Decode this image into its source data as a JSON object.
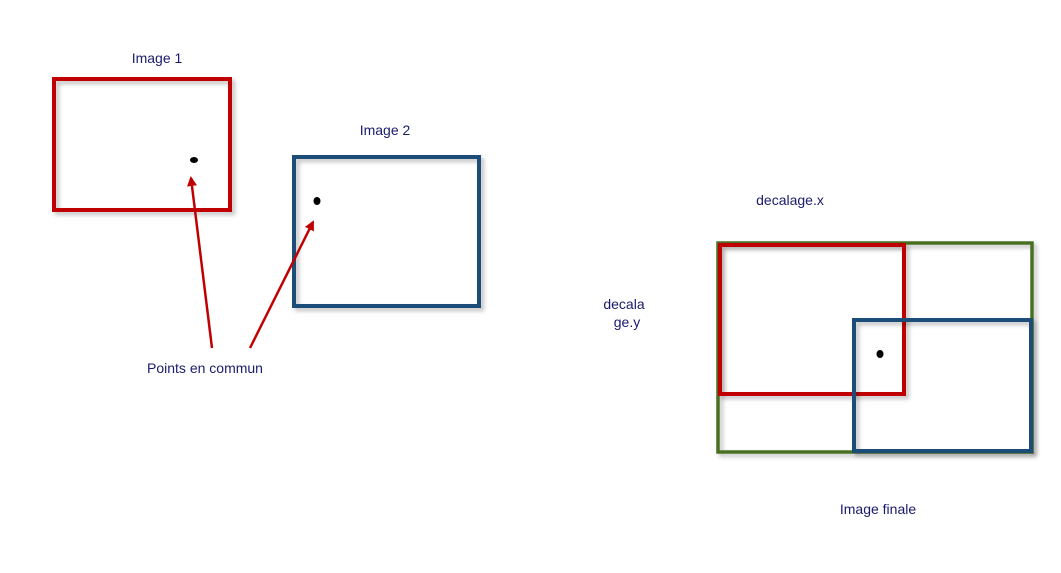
{
  "labels": {
    "image1": "Image 1",
    "image2": "Image 2",
    "common_points": "Points en commun",
    "offset_x": "decalage.x",
    "offset_y_line1": "decala",
    "offset_y_line2": "ge.y",
    "final_image": "Image finale"
  },
  "colors": {
    "image1": "#c00000",
    "image2": "#1f4e79",
    "final": "#4a7023",
    "text": "#1a1a6e",
    "arrow_red": "#c00000",
    "arrow_black": "#000000",
    "point": "#000000"
  }
}
